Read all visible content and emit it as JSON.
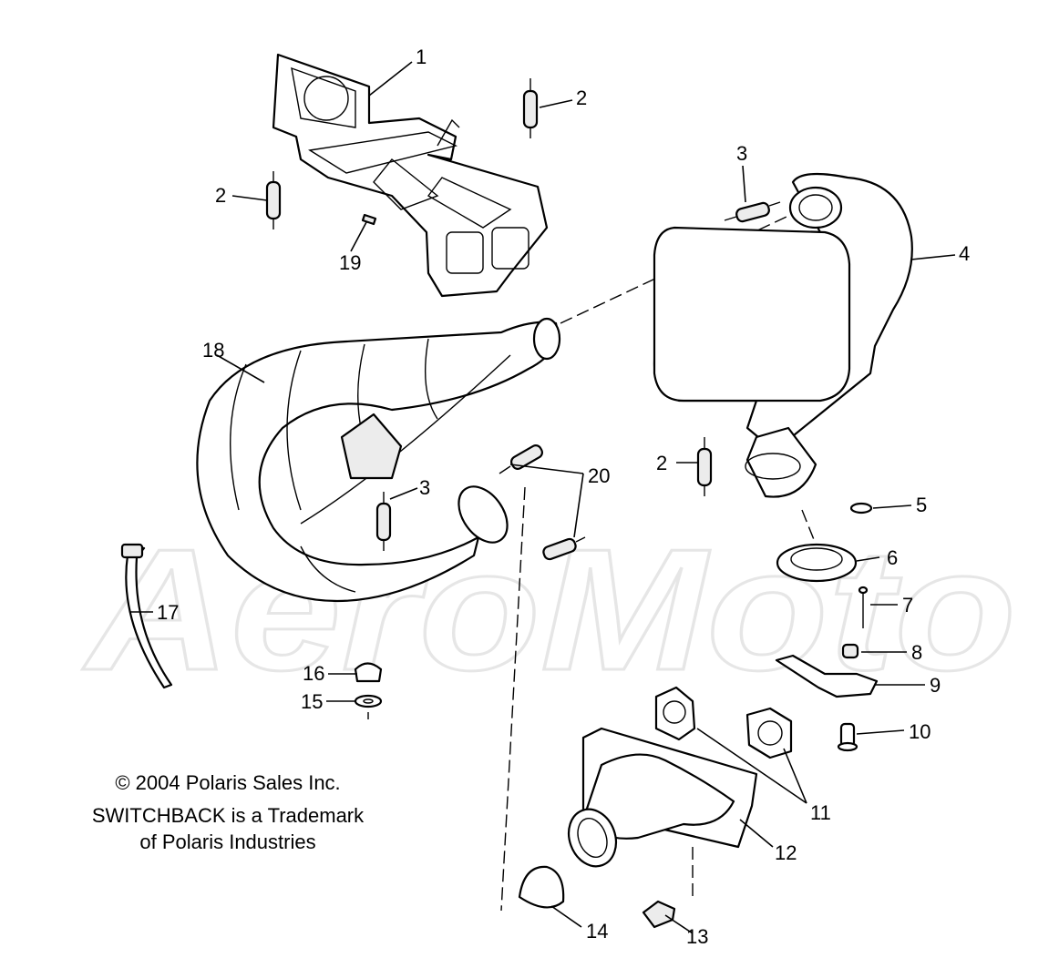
{
  "watermark": "AeroMoto",
  "callouts": [
    "1",
    "2",
    "2",
    "2",
    "3",
    "3",
    "4",
    "5",
    "6",
    "7",
    "8",
    "9",
    "10",
    "11",
    "12",
    "13",
    "14",
    "15",
    "16",
    "17",
    "18",
    "19",
    "20"
  ],
  "caption": {
    "copyright": "© 2004 Polaris Sales Inc.",
    "trademark_line1": "SWITCHBACK is a Trademark",
    "trademark_line2": "of Polaris Industries"
  }
}
